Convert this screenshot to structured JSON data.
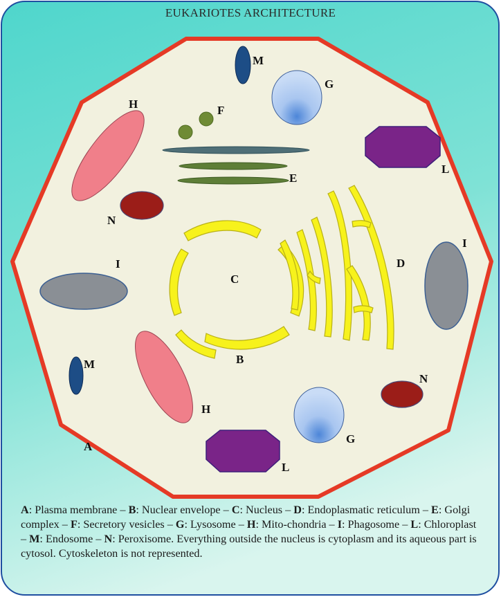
{
  "title": "EUKARIOTES ARCHITECTURE",
  "labels": {
    "A": "A",
    "B": "B",
    "C": "C",
    "D": "D",
    "E": "E",
    "F": "F",
    "G_top": "G",
    "G_bottom": "G",
    "H_top": "H",
    "H_bottom": "H",
    "I_left": "I",
    "I_right": "I",
    "L_top": "L",
    "L_bottom": "L",
    "M_top": "M",
    "M_bottom": "M",
    "N_top": "N",
    "N_bottom": "N"
  },
  "legend": [
    {
      "key": "A",
      "text": ": Plasma membrane –  "
    },
    {
      "key": "B",
      "text": ": Nuclear  envelope – "
    },
    {
      "key": "C",
      "text": ":  Nucleus – "
    },
    {
      "key": "D",
      "text": ": Endoplasmatic reticulum – "
    },
    {
      "key": "E",
      "text": ": Golgi complex – "
    },
    {
      "key": "F",
      "text": ": Secretory vesicles – "
    },
    {
      "key": "G",
      "text": ": Lysosome – "
    },
    {
      "key": "H",
      "text": ": Mito-chondria – "
    },
    {
      "key": "I",
      "text": ": Phagosome – "
    },
    {
      "key": "L",
      "text": ": Chloroplast – "
    },
    {
      "key": "M",
      "text": ": Endosome – "
    },
    {
      "key": "N",
      "text": ": Peroxisome. "
    }
  ],
  "caption_extra": "Everything outside the nucleus is cytoplasm and its aqueous part is cytosol. Cytoskeleton is not represented.",
  "colors": {
    "background_top": "#55d8cf",
    "background_bottom": "#cdf2ea",
    "membrane": "#e33a2a",
    "cytoplasm": "#f2f1df",
    "nuclear_envelope": "#f7f21c",
    "golgi": "#5d7a3e",
    "vesicle": "#6f8b35",
    "mitochondria": "#f07f8a",
    "phagosome": "#8a8f95",
    "chloroplast": "#7a2488",
    "endosome": "#1d4d86",
    "peroxisome": "#9b1d18",
    "lysosome": "#b7cff2"
  }
}
